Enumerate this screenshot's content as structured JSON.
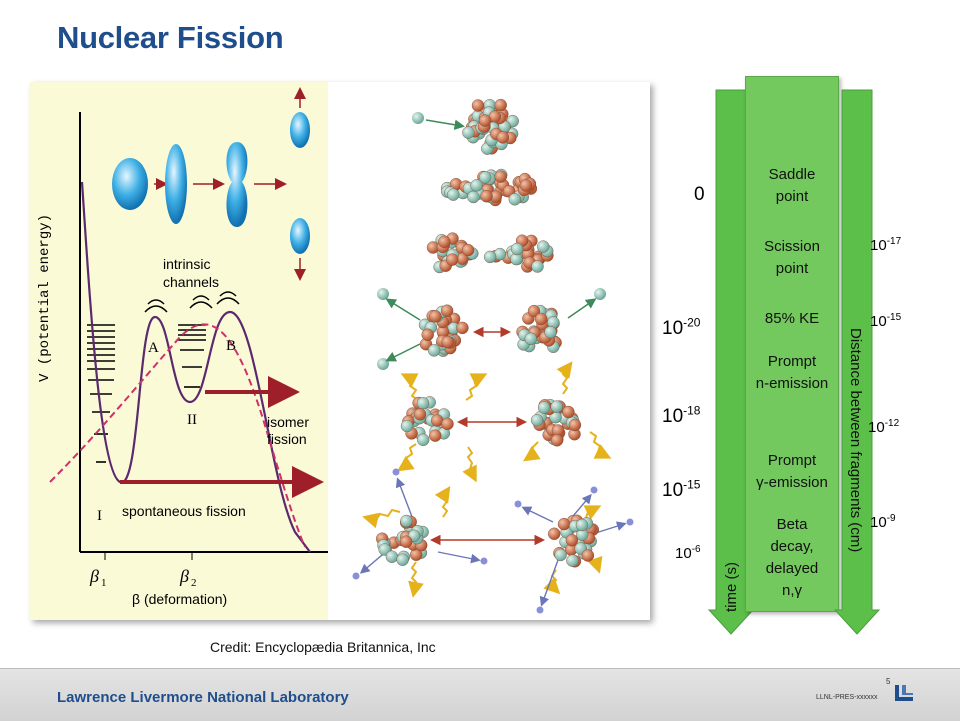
{
  "title": "Nuclear Fission",
  "credit": "Credit: Encyclopædia Britannica, Inc",
  "figure": {
    "y_axis_label": "V (potential energy)",
    "x_axis_label": "β (deformation)",
    "beta1": "β",
    "beta1_sub": "1",
    "beta2": "β",
    "beta2_sub": "2",
    "intrinsic_channels": "intrinsic",
    "intrinsic_channels_2": "channels",
    "barrier_a": "A",
    "barrier_b": "B",
    "well_1": "I",
    "well_2": "II",
    "isomer_1": "isomer",
    "isomer_2": "fission",
    "spontaneous": "spontaneous fission"
  },
  "time_axis": {
    "label": "time (s)",
    "values": [
      {
        "base": "0",
        "exp": ""
      },
      {
        "base": "10",
        "exp": "-20"
      },
      {
        "base": "10",
        "exp": "-18"
      },
      {
        "base": "10",
        "exp": "-15"
      },
      {
        "base": "10",
        "exp": "-6"
      }
    ]
  },
  "stages": [
    {
      "line1": "Saddle",
      "line2": "point"
    },
    {
      "line1": "Scission",
      "line2": "point"
    },
    {
      "line1": "85% KE",
      "line2": ""
    },
    {
      "line1": "Prompt",
      "line2": "n-emission"
    },
    {
      "line1": "Prompt",
      "line2": "γ-emission"
    },
    {
      "line1": "Beta",
      "line2": "decay,",
      "line3": "delayed",
      "line4": "n,γ"
    }
  ],
  "distance_axis": {
    "label": "Distance between fragments (cm)",
    "values": [
      {
        "base": "10",
        "exp": "-17"
      },
      {
        "base": "10",
        "exp": "-15"
      },
      {
        "base": "10",
        "exp": "-12"
      },
      {
        "base": "10",
        "exp": "-9"
      }
    ]
  },
  "footer": {
    "lab": "Lawrence Livermore National Laboratory",
    "page": "5",
    "code": "LLNL-PRES-xxxxxx"
  },
  "colors": {
    "title": "#1f4e8c",
    "green": "#73c95d",
    "arrow_green": "#5cbf4a"
  }
}
